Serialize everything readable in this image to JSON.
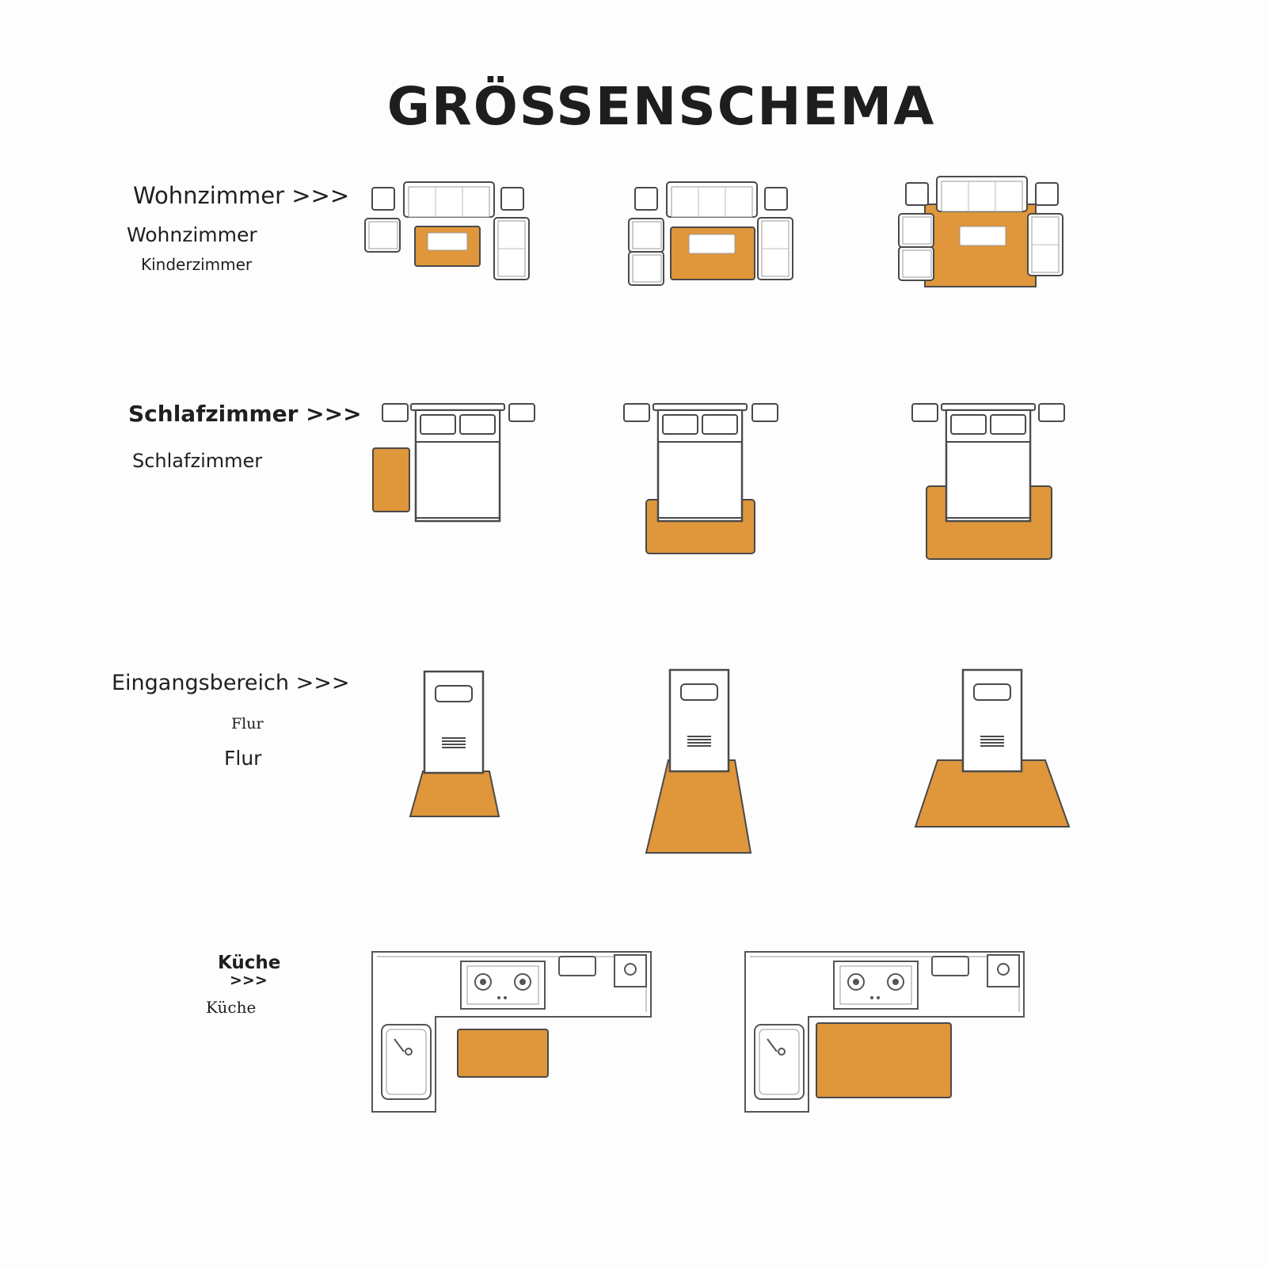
{
  "title": "GRÖSSENSCHEMA",
  "rooms": {
    "wohnzimmer": {
      "heading": "Wohnzimmer >>>",
      "sub1": "Wohnzimmer",
      "sub2": "Kinderzimmer"
    },
    "schlafzimmer": {
      "heading": "Schlafzimmer >>>",
      "sub1": "Schlafzimmer"
    },
    "eingang": {
      "heading": "Eingangsbereich >>>",
      "sub1": "Flur",
      "sub2": "Flur"
    },
    "kueche": {
      "heading": "Küche",
      "arrows": ">>>",
      "sub1": "Küche"
    }
  },
  "colors": {
    "rug": "#e0963a",
    "outline": "#4a4a4a",
    "furniture": "#ffffff"
  }
}
